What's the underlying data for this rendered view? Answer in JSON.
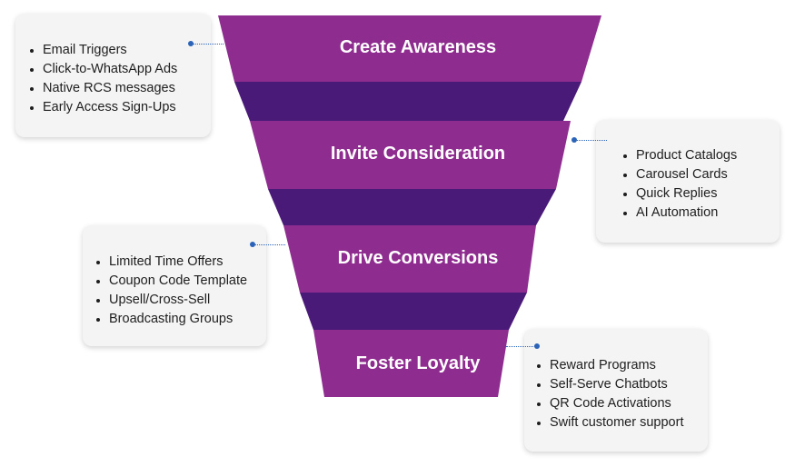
{
  "colors": {
    "stage_fill": "#8e2c8f",
    "ribbon_fill": "#4a1a78",
    "label_text": "#ffffff",
    "card_bg": "#f4f4f4",
    "connector": "#2a63b8"
  },
  "stages": [
    {
      "label": "Create Awareness",
      "items": [
        "Email Triggers",
        "Click-to-WhatsApp Ads",
        "Native RCS messages",
        "Early Access Sign-Ups"
      ]
    },
    {
      "label": "Invite Consideration",
      "items": [
        "Product Catalogs",
        "Carousel Cards",
        "Quick Replies",
        "AI Automation"
      ]
    },
    {
      "label": "Drive Conversions",
      "items": [
        "Limited Time Offers",
        "Coupon Code Template",
        "Upsell/Cross-Sell",
        "Broadcasting Groups"
      ]
    },
    {
      "label": "Foster Loyalty",
      "items": [
        "Reward Programs",
        "Self-Serve Chatbots",
        "QR Code Activations",
        "Swift customer support"
      ]
    }
  ]
}
